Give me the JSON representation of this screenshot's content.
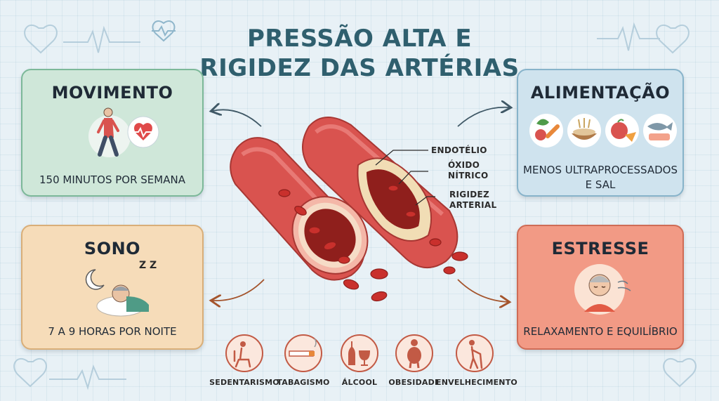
{
  "title": {
    "line1": "PRESSÃO ALTA E",
    "line2": "RIGIDEZ DAS ARTÉRIAS"
  },
  "cards": {
    "movement": {
      "title": "MOVIMENTO",
      "text": "150 MINUTOS POR SEMANA"
    },
    "food": {
      "title": "ALIMENTAÇÃO",
      "text_line1": "MENOS ULTRAPROCESSADOS",
      "text_line2": "E SAL"
    },
    "sleep": {
      "title": "SONO",
      "text": "7 A 9 HORAS POR NOITE"
    },
    "stress": {
      "title": "ESTRESSE",
      "text": "RELAXAMENTO E EQUILÍBRIO"
    }
  },
  "artery_labels": {
    "endothelium": "ENDOTÉLIO",
    "nitric_oxide_line1": "ÓXIDO",
    "nitric_oxide_line2": "NÍTRICO",
    "stiffness_line1": "RIGIDEZ",
    "stiffness_line2": "ARTERIAL"
  },
  "sleep_zz": "Z Z",
  "risk_factors": [
    {
      "label": "SEDENTARISMO",
      "icon": "sitting-person-icon"
    },
    {
      "label": "TABAGISMO",
      "icon": "cigarette-icon"
    },
    {
      "label": "ÁLCOOL",
      "icon": "alcohol-icon"
    },
    {
      "label": "OBESIDADE",
      "icon": "obesity-icon"
    },
    {
      "label": "ENVELHECIMENTO",
      "icon": "elderly-person-icon"
    }
  ],
  "colors": {
    "title": "#2f5f6e",
    "movement_bg": "#cfe7d9",
    "sleep_bg": "#f6dcb9",
    "food_bg": "#cfe3ee",
    "stress_bg": "#f29a85",
    "artery": "#d9534f",
    "blood_cell": "#c9302c"
  }
}
